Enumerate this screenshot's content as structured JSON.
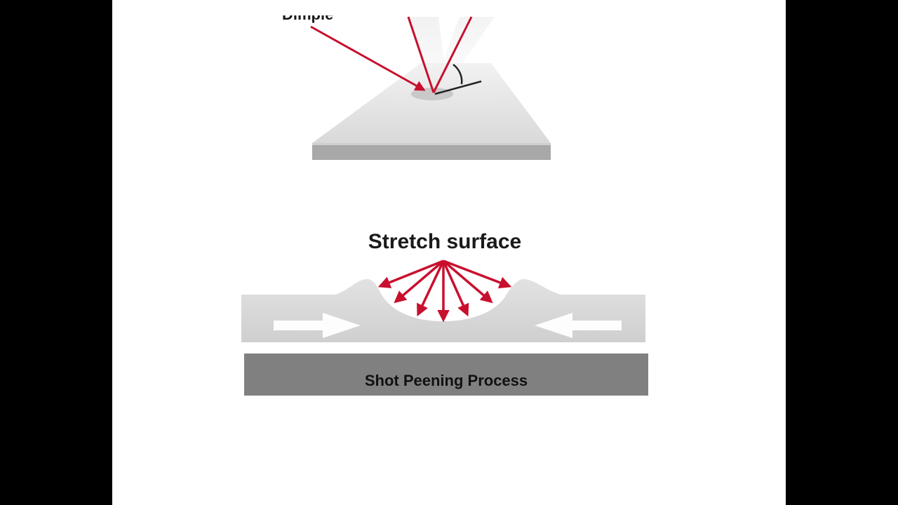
{
  "labels": {
    "dimple": "Dimple",
    "stretch_surface": "Stretch surface"
  },
  "caption": {
    "text": "Shot Peening Process"
  },
  "colors": {
    "arrow_red": "#c8102e",
    "caption_bar": "#808080",
    "plate_top": "#dedede",
    "plate_edge": "#a0a0a0"
  }
}
